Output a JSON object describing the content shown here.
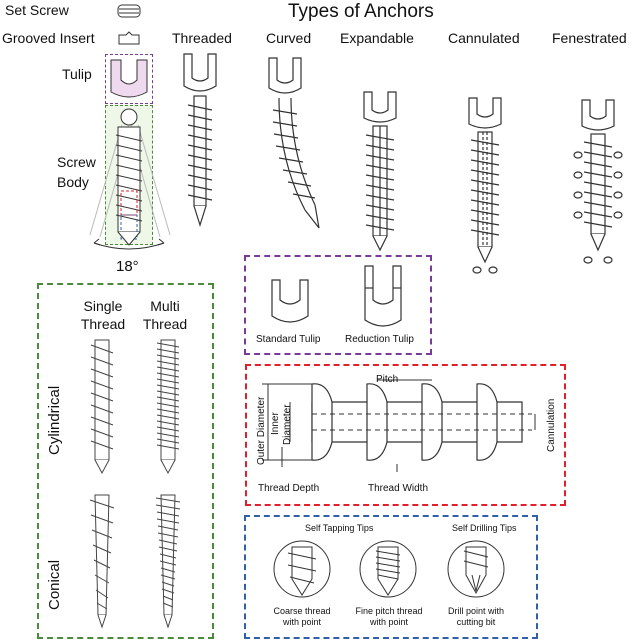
{
  "title": "Types of Anchors",
  "components": {
    "set_screw": "Set Screw",
    "grooved_insert": "Grooved Insert",
    "tulip": "Tulip",
    "screw_body": "Screw Body",
    "angle": "18°"
  },
  "anchor_types": [
    "Threaded",
    "Curved",
    "Expandable",
    "Cannulated",
    "Fenestrated"
  ],
  "thread_panel": {
    "columns": [
      "Single Thread",
      "Multi Thread"
    ],
    "column_line1": [
      "Single",
      "Multi"
    ],
    "column_line2": [
      "Thread",
      "Thread"
    ],
    "rows": [
      "Cylindrical",
      "Conical"
    ]
  },
  "tulip_panel": {
    "labels": [
      "Standard Tulip",
      "Reduction Tulip"
    ]
  },
  "geometry_panel": {
    "pitch": "Pitch",
    "outer_diameter": "Outer Diameter",
    "inner_diameter_1": "Inner",
    "inner_diameter_2": "Diameter",
    "cannulation": "Cannulation",
    "thread_depth": "Thread Depth",
    "thread_width": "Thread Width"
  },
  "tips_panel": {
    "self_tapping": "Self Tapping Tips",
    "self_drilling": "Self Drilling Tips",
    "tips": [
      {
        "line1": "Coarse thread",
        "line2": "with point"
      },
      {
        "line1": "Fine pitch thread",
        "line2": "with point"
      },
      {
        "line1": "Drill point with",
        "line2": "cutting bit"
      }
    ]
  },
  "colors": {
    "green": "#4a8a3a",
    "purple": "#7a3a9a",
    "red": "#e0202a",
    "blue": "#3060a8",
    "tulip_fill": "#eed9ee",
    "body_fill": "#e6f3de"
  }
}
